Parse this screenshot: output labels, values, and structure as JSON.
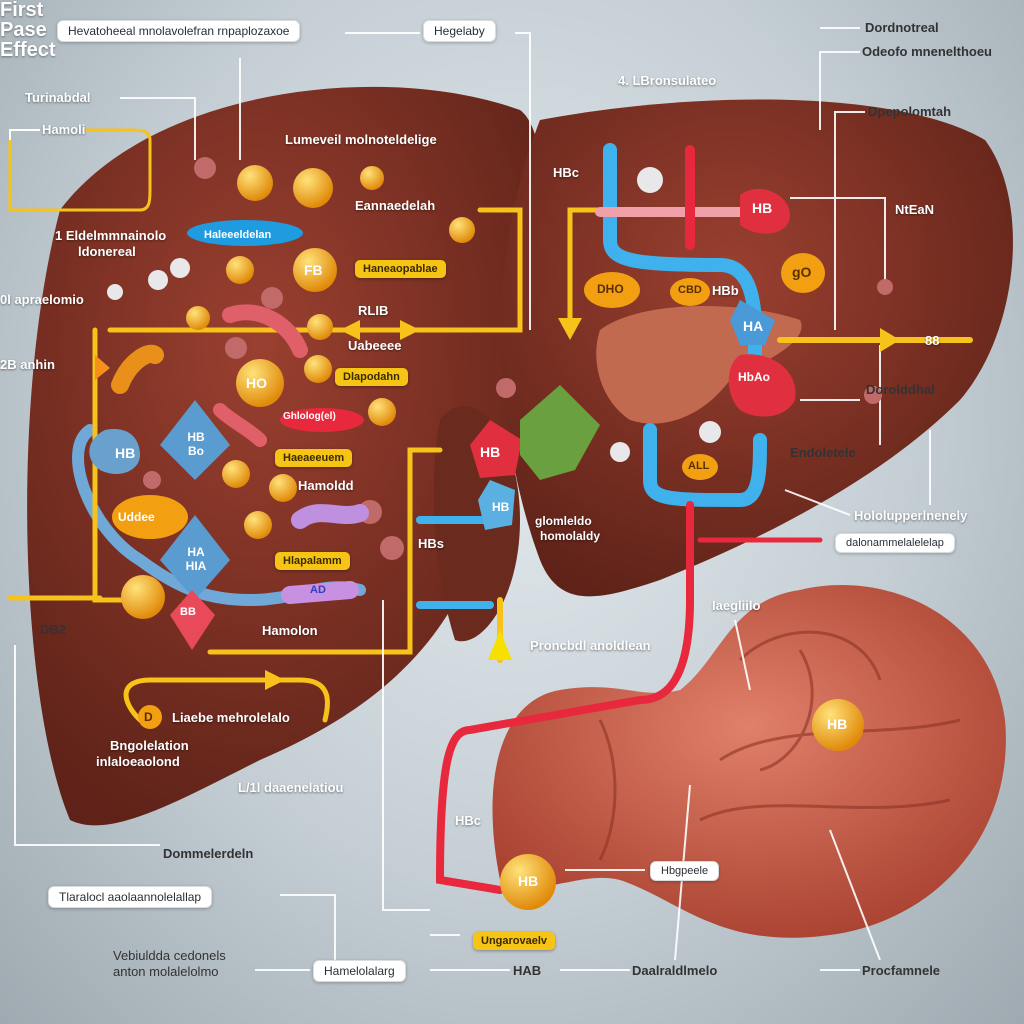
{
  "colors": {
    "liver": "#7c2f20",
    "stomach": "#c85a48",
    "tube_blue": "#3fb1ec",
    "tube_yellow": "#f7c21a",
    "tube_red": "#e8283c"
  },
  "top": {
    "title_box": "Hevatoheeal mnolavolefran rnpaplozaxoe",
    "right_box": "Hegelaby"
  },
  "left": {
    "turinabdal": "Turinabdal",
    "hamoli": "Hamoli",
    "lumeveil": "Lumeveil molnoteldelige",
    "eannaedelah": "Eannaedelah",
    "eldel_1": "1 Eldelmmnainolo",
    "eldel_2": "ldonereal",
    "pill_blue": "Haleeeldelan",
    "apraelomio": "0l apraelomio",
    "ybox_1": "Haneaopablae",
    "rlib": "RLIB",
    "uabeeee": "Uabeeee",
    "ybox_2": "Dlapodahn",
    "pill_red": "Ghlolog(el)",
    "ybox_3": "Haeaeeuem",
    "hamoldd": "Hamoldd",
    "oval_orange": "Uddee",
    "ybox_4": "Hlapalamm",
    "anhin": "2B anhin",
    "hamolon": "Hamolon",
    "db2": "DB2",
    "hbs": "HBs",
    "nodes": {
      "hb_left": "HB",
      "hb_bo": "HB Bo",
      "ha_hia": "HA HIA",
      "bb": "BB",
      "ad": "AD",
      "ho": "HO",
      "fb": "FB"
    }
  },
  "right": {
    "dordnotreal": "Dordnotreal",
    "odeofo": "Odeofo mnenelthoeu",
    "lbronsulateo": "4. LBronsulateo",
    "dpepolomtah": "Dpepolomtah",
    "hbc_top": "HBc",
    "hb_red": "HB",
    "ntean": "NtEaN",
    "dho": "DHO",
    "cbd": "CBD",
    "hbb": "HBb",
    "go": "gO",
    "first_pass": "First Pase Effect",
    "ha": "HA",
    "arrow_88": "88",
    "dorolddhal": "Dorolddhal",
    "hbao": "HbAo",
    "endoletele": "Endoletele",
    "all": "ALL",
    "hololup": "Hololupperlnenely",
    "bottom_box": "dalonammelalelelap",
    "hb_center": "HB",
    "hb_center2": "HB",
    "glomleldo_1": "glomleldo",
    "glomleldo_2": "homolaldy"
  },
  "bottom": {
    "proncbdl": "Proncbdl anoldlean",
    "iaegliilo": "Iaegliilo",
    "liaebe": "Liaebe mehrolelalo",
    "d_badge": "D",
    "bngolelation_1": "Bngolelation",
    "bngolelation_2": "inlaloeaolond",
    "daaenelatiou": "L/1l daaenelatiou",
    "dommelerdeln": "Dommelerdeln",
    "box_left": "Tlaralocl aaolaannolelallap",
    "vebiuldda_1": "Vebiuldda cedonels",
    "vebiuldda_2": "anton molalelolmo",
    "box_center": "Hamelolalarg",
    "hab": "HAB",
    "daalraldlmelo": "Daalraldlmelo",
    "procfamnele": "Procfamnele",
    "box_stomach": "Hbgpeele",
    "ybox_bottom": "Ungarovaelv",
    "hbc": "HBc",
    "hb_ball": "HB",
    "hb_stomach": "HB"
  }
}
